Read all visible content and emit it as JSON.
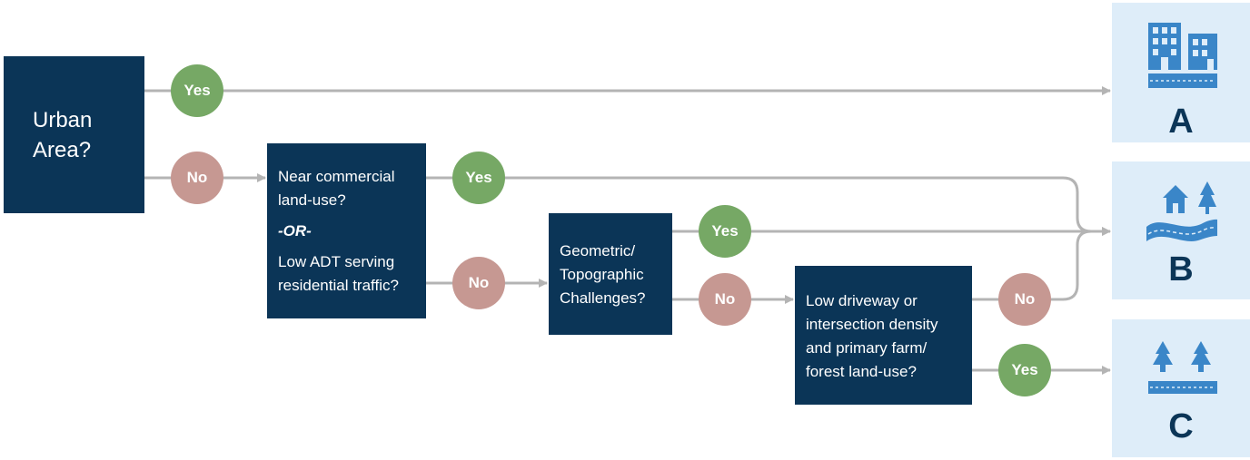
{
  "colors": {
    "box_fill": "#0b3557",
    "yes_fill": "#76a865",
    "no_fill": "#c69892",
    "connector": "#b4b4b4",
    "panel_fill": "#deedf9",
    "icon_fill": "#3a86c8"
  },
  "decisions": {
    "urban": {
      "lines": [
        "Urban",
        "Area?"
      ]
    },
    "commercial": {
      "lines": [
        "Near commercial",
        "land-use?",
        "-OR-",
        "Low ADT serving",
        "residential traffic?"
      ]
    },
    "geometric": {
      "lines": [
        "Geometric/",
        "Topographic",
        "Challenges?"
      ]
    },
    "density": {
      "lines": [
        "Low driveway or",
        "intersection density",
        "and primary farm/",
        "forest land-use?"
      ]
    }
  },
  "answers": {
    "yes": "Yes",
    "no": "No"
  },
  "outcomes": {
    "a": {
      "letter": "A",
      "icon": "city-buildings-icon"
    },
    "b": {
      "letter": "B",
      "icon": "house-tree-winding-road-icon"
    },
    "c": {
      "letter": "C",
      "icon": "forest-trees-road-icon"
    }
  }
}
